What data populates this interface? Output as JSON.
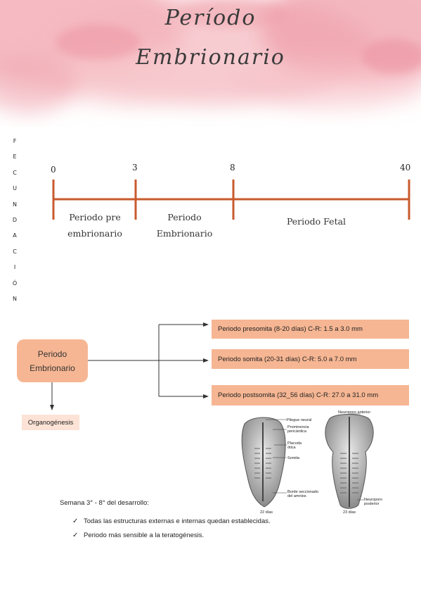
{
  "title": {
    "line1": "Período",
    "line2": "Embrionario"
  },
  "side_vertical_letters": [
    "F",
    "E",
    "C",
    "U",
    "N",
    "D",
    "A",
    "C",
    "I",
    "Ó",
    "N"
  ],
  "timeline": {
    "ticks": [
      "0",
      "3",
      "8",
      "40"
    ],
    "periods": [
      {
        "line1": "Periodo pre",
        "line2": "embrionario"
      },
      {
        "line1": "Periodo",
        "line2": "Embrionario"
      },
      {
        "line1": "Periodo Fetal",
        "line2": ""
      }
    ],
    "color": "#c85a2e"
  },
  "diagram": {
    "main_box": {
      "line1": "Periodo",
      "line2": "Embrionario"
    },
    "branches": [
      "Periodo presomita (8-20 días) C-R: 1.5 a 3.0 mm",
      "Periodo somita (20-31 días) C-R: 5.0 a 7.0 mm",
      "Periodo postsomita (32_56 días) C-R: 27.0 a 31.0 mm"
    ],
    "sub_box": "Organogénesis",
    "box_color": "#f6b693"
  },
  "figure": {
    "labels": {
      "neuroporo_anterior": "Neuroporo anterior",
      "pliegue_neural": "Pliegue neural",
      "prominencia_line1": "Prominencia",
      "prominencia_line2": "pericárdica",
      "placoda_line1": "Placoda",
      "placoda_line2": "ótica",
      "somita": "Somita",
      "borde_line1": "Borde seccionado",
      "borde_line2": "del amnios",
      "neuroporo_post_line1": "Neuroporo",
      "neuroporo_post_line2": "posterior",
      "age_left": "22 días",
      "age_right": "23 días"
    }
  },
  "notes": {
    "heading": "Semana 3° - 8° del desarrollo:",
    "items": [
      "Todas las estructuras externas e internas quedan establecidas.",
      "Periodo más sensible a la teratogénesis."
    ],
    "check": "✓"
  }
}
